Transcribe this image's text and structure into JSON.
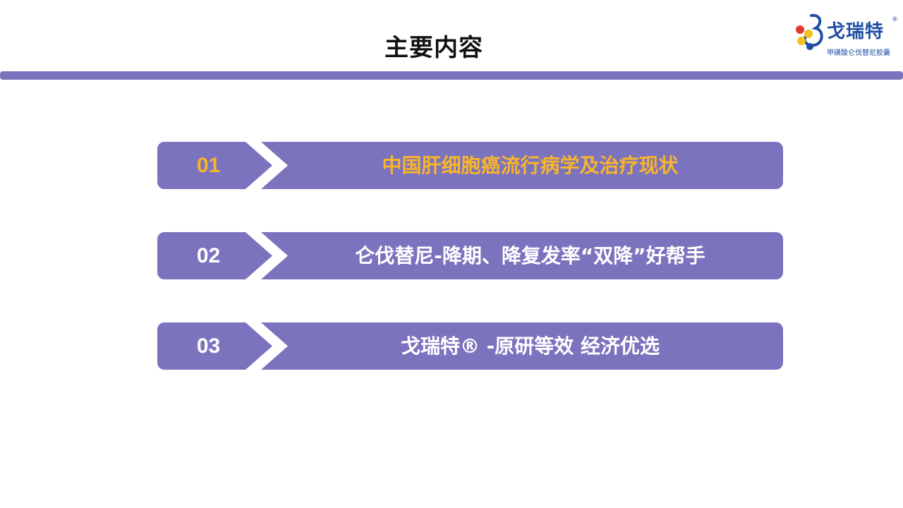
{
  "header": {
    "title": "主要内容"
  },
  "logo": {
    "name": "戈瑞特",
    "registered": "®",
    "subtitle": "甲磺酸仑伐替尼胶囊"
  },
  "agenda": [
    {
      "number": "01",
      "label": "中国肝细胞癌流行病学及治疗现状",
      "active": true
    },
    {
      "number": "02",
      "label": "仑伐替尼-降期、降复发率“双降”好帮手",
      "active": false
    },
    {
      "number": "03",
      "label": "戈瑞特® -原研等效 经济优选",
      "active": false
    }
  ],
  "colors": {
    "accent": "#7c73be",
    "highlight": "#f7b52b",
    "text_on_accent": "#ffffff",
    "logo_blue": "#1f4ea3"
  }
}
